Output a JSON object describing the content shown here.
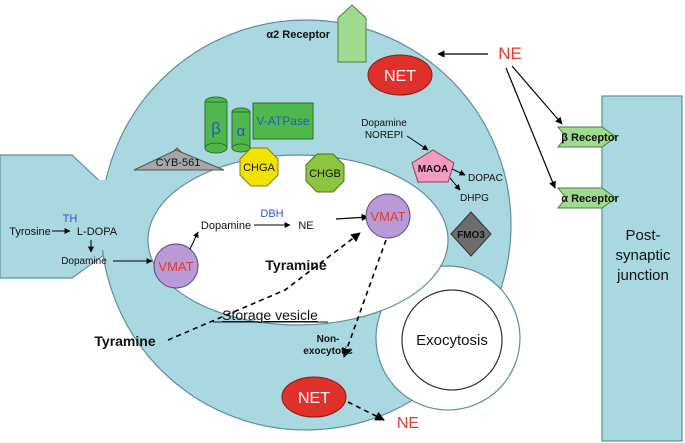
{
  "colors": {
    "cell": "#a9d8e0",
    "cell_stroke": "#5e8f98",
    "net": "#e0302a",
    "vmat": "#b79ad6",
    "vatpase": "#4fb84a",
    "chga": "#f2e200",
    "chgb": "#8cc63f",
    "maoa": "#f59ac0",
    "fmo3": "#6d6d6d",
    "cyb561": "#a6a6a6",
    "receptor": "#9edb8e",
    "postsynaptic": "#a9d8e0",
    "blue_text": "#2b55c8",
    "red_text": "#e33b2c"
  },
  "labels": {
    "alpha2_receptor": "α2 Receptor",
    "net_top": "NET",
    "ne_top": "NE",
    "beta_receptor": "β Receptor",
    "alpha_receptor": "α Receptor",
    "post_line1": "Post-",
    "post_line2": "synaptic",
    "post_line3": "junction",
    "vatpase_beta": "β",
    "vatpase_alpha": "α",
    "vatpase": "V-ATPase",
    "cyb561": "CYB-561",
    "chga": "CHGA",
    "chgb": "CHGB",
    "maoa": "MAOA",
    "dopamine_norepi_1": "Dopamine",
    "dopamine_norepi_2": "NOREPI",
    "dopac": "DOPAC",
    "dhpg": "DHPG",
    "fmo3": "FMO3",
    "th": "TH",
    "tyrosine": "Tyrosine",
    "ldopa": "L-DOPA",
    "dopamine_left": "Dopamine",
    "vmat_left": "VMAT",
    "dopamine_vesicle": "Dopamine",
    "dbh": "DBH",
    "ne_vesicle": "NE",
    "vmat_right": "VMAT",
    "tyramine_inside": "Tyramine",
    "storage_vesicle": "Storage vesicle",
    "tyramine_outside": "Tyramine",
    "exocytosis": "Exocytosis",
    "non_exo_1": "Non-",
    "non_exo_2": "exocytotic",
    "net_bottom": "NET",
    "ne_bottom": "NE"
  }
}
